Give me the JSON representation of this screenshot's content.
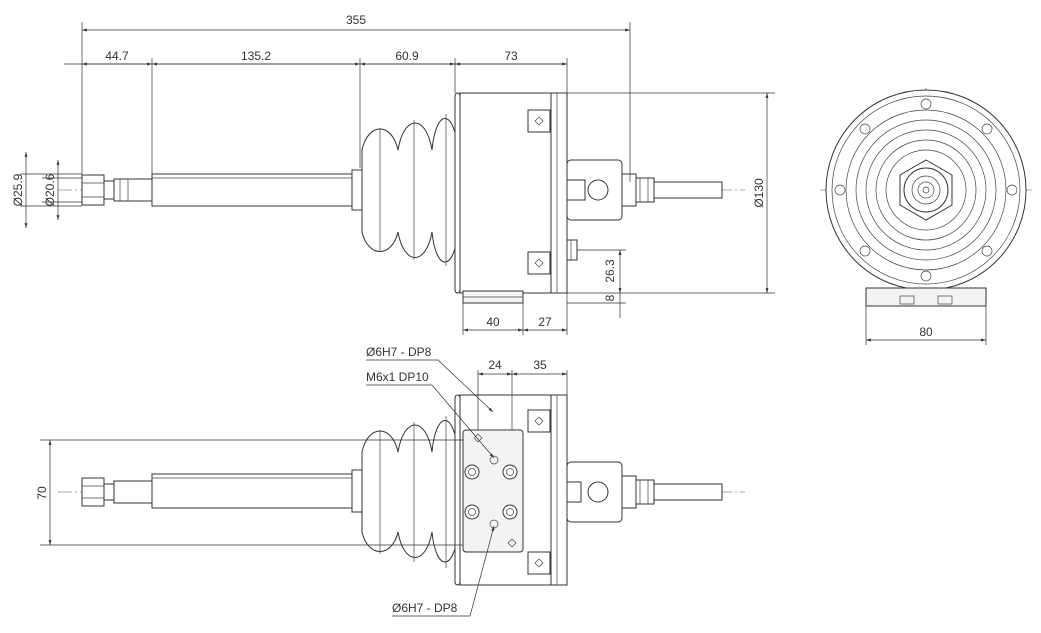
{
  "dimensions": {
    "overall_length": "355",
    "seg_1": "44.7",
    "seg_2": "135.2",
    "seg_3": "60.9",
    "seg_4": "73",
    "dia_outer": "Ø25.9",
    "dia_inner": "Ø20.6",
    "dia_body": "Ø130",
    "height_26": "26.3",
    "height_8": "8",
    "base_40": "40",
    "base_27": "27",
    "width_80": "80",
    "top_24": "24",
    "top_35": "35",
    "height_70": "70"
  },
  "callouts": {
    "hole_upper": "Ø6H7 - DP8",
    "thread": "M6x1 DP10",
    "hole_lower": "Ø6H7 - DP8"
  }
}
